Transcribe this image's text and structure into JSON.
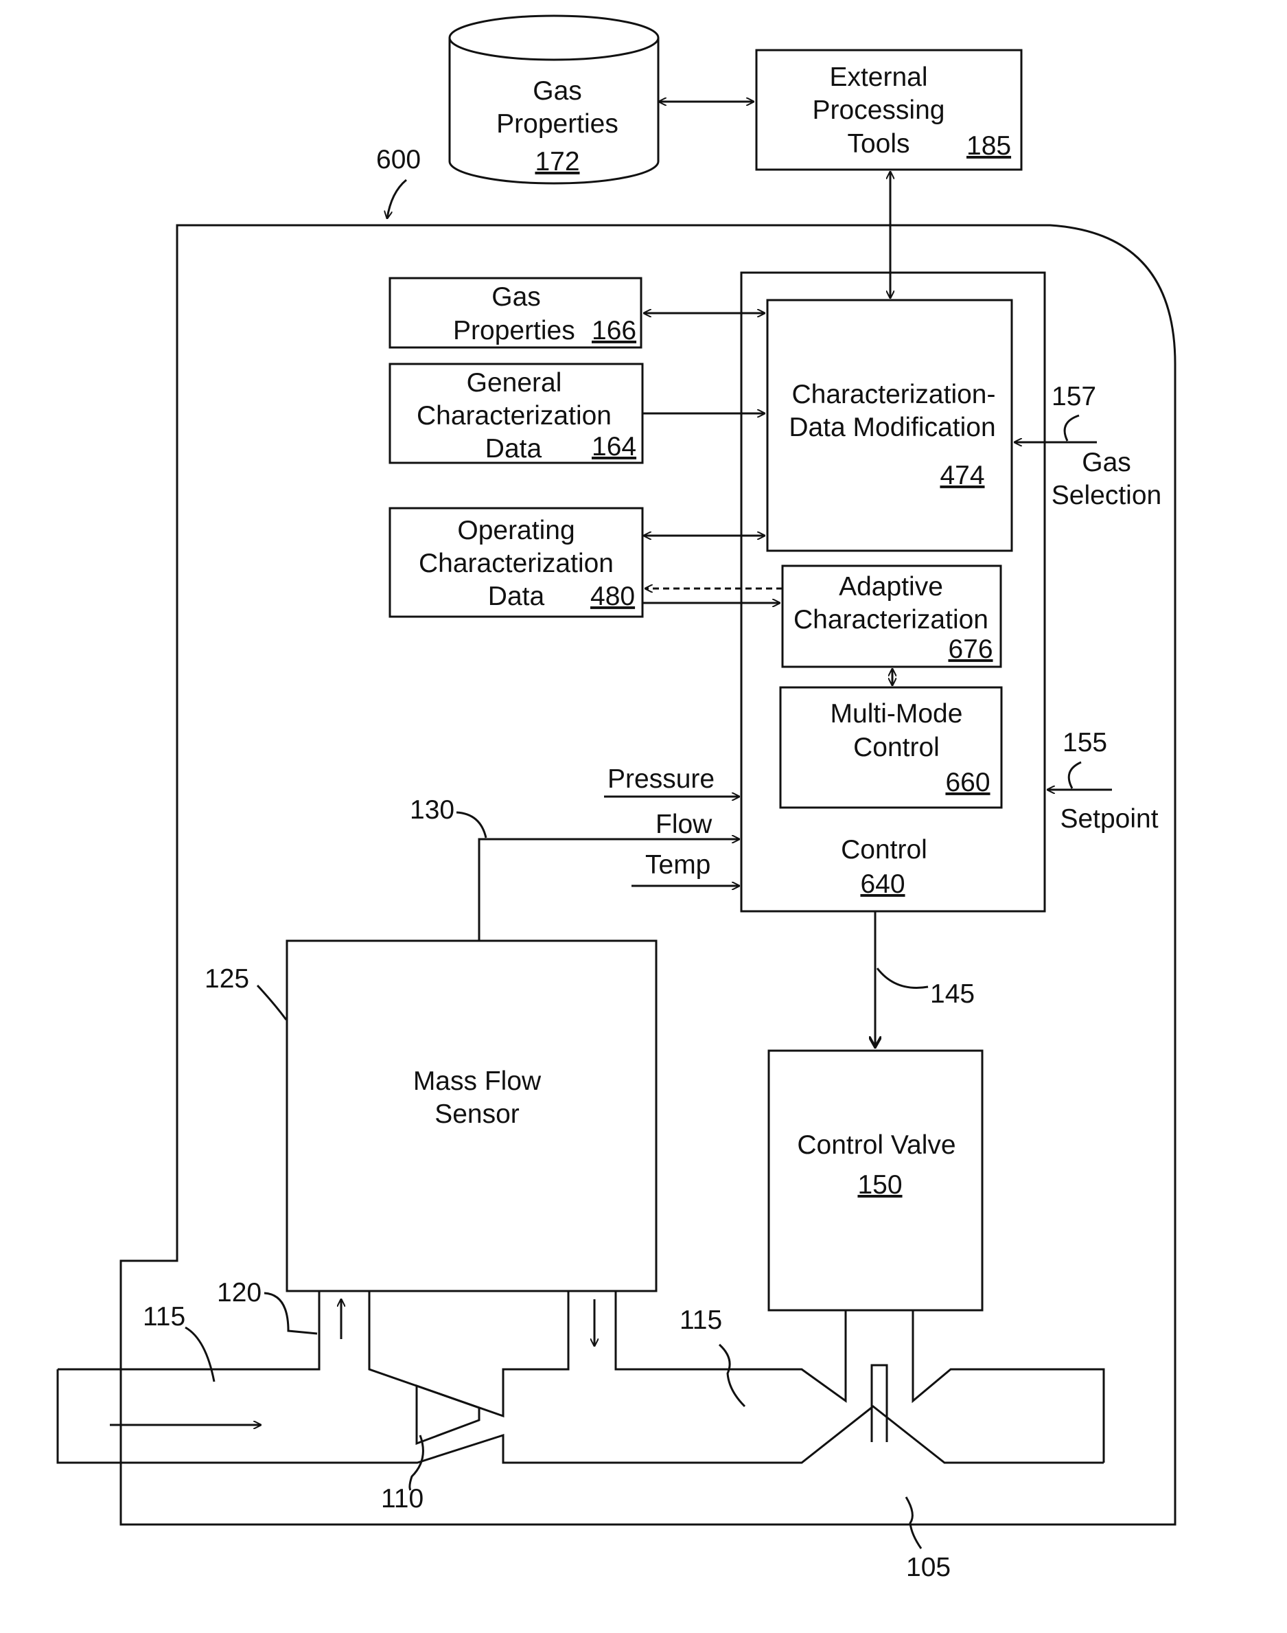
{
  "database": {
    "line1": "Gas",
    "line2": "Properties",
    "ref": "172"
  },
  "external_tools": {
    "line1": "External",
    "line2": "Processing",
    "line3": "Tools",
    "ref": "185"
  },
  "gas_properties": {
    "line1": "Gas",
    "line2": "Properties",
    "ref": "166"
  },
  "general_char": {
    "line1": "General",
    "line2": "Characterization",
    "line3": "Data",
    "ref": "164"
  },
  "operating_char": {
    "line1": "Operating",
    "line2": "Characterization",
    "line3": "Data",
    "ref": "480"
  },
  "char_mod": {
    "line1": "Characterization-",
    "line2": "Data Modification",
    "ref": "474"
  },
  "adaptive": {
    "line1": "Adaptive",
    "line2": "Characterization",
    "ref": "676"
  },
  "multimode": {
    "line1": "Multi-Mode",
    "line2": "Control",
    "ref": "660"
  },
  "control": {
    "label": "Control",
    "ref": "640"
  },
  "inputs": {
    "pressure": "Pressure",
    "flow": "Flow",
    "temp": "Temp"
  },
  "gas_selection": {
    "ref": "157",
    "line1": "Gas",
    "line2": "Selection"
  },
  "setpoint": {
    "ref": "155",
    "label": "Setpoint"
  },
  "sensor": {
    "line1": "Mass Flow",
    "line2": "Sensor"
  },
  "valve": {
    "label": "Control Valve",
    "ref": "150"
  },
  "refs": {
    "r600": "600",
    "r130": "130",
    "r125": "125",
    "r145": "145",
    "r120": "120",
    "r115a": "115",
    "r115b": "115",
    "r110": "110",
    "r105": "105"
  }
}
